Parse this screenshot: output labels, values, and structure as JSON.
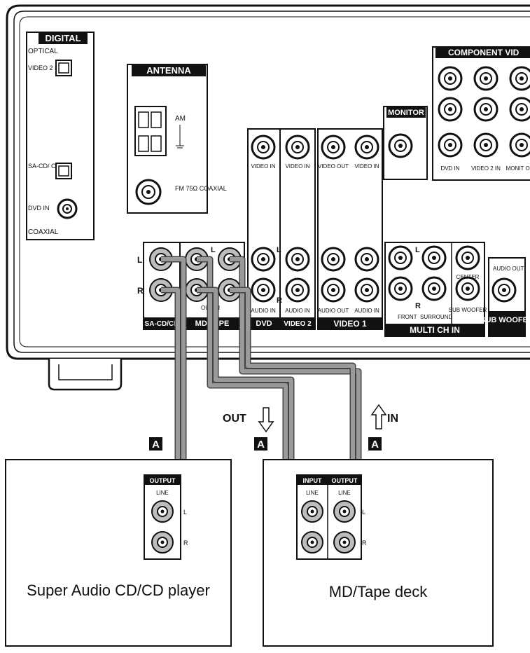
{
  "receiver": {
    "digital": {
      "title": "DIGITAL",
      "optical": "OPTICAL",
      "video2_in": "VIDEO 2 IN",
      "sacd_in": "SA-CD/ CD IN",
      "dvd_in": "DVD IN",
      "coaxial": "COAXIAL"
    },
    "antenna": {
      "title": "ANTENNA",
      "am": "AM",
      "fm": "FM 75Ω COAXIAL"
    },
    "monitor": {
      "title": "MONITOR"
    },
    "component_video": {
      "title": "COMPONENT VID",
      "dvd_in": "DVD IN",
      "video2_in": "VIDEO 2 IN",
      "monitor_out": "MONIT OUT"
    },
    "video_labels": {
      "dvd_video_in": "VIDEO IN",
      "video2_video_in": "VIDEO IN",
      "video1_video_out": "VIDEO OUT",
      "video1_video_in": "VIDEO IN"
    },
    "audio_labels": {
      "dvd_audio_in": "AUDIO IN",
      "video2_audio_in": "AUDIO IN",
      "video1_audio_out": "AUDIO OUT",
      "video1_audio_in": "AUDIO IN",
      "mdtape_out_in": "OUT IN"
    },
    "channel_l": "L",
    "channel_r": "R",
    "sections": {
      "sacd": "SA-CD/CD",
      "mdtape": "MD/TAPE",
      "dvd": "DVD",
      "video2": "VIDEO 2",
      "video1": "VIDEO 1",
      "multich": "MULTI CH IN",
      "subwoofer": "SUB WOOFER"
    },
    "multich": {
      "front": "FRONT",
      "surround": "SURROUND",
      "center": "CENTER",
      "sub_woofer": "SUB WOOFER",
      "audio_out": "AUDIO OUT"
    }
  },
  "signal": {
    "out": "OUT",
    "in": "IN"
  },
  "cable_marker": "A",
  "devices": {
    "cd_player": {
      "name": "Super Audio CD/CD player",
      "output": "OUTPUT",
      "line": "LINE",
      "l": "L",
      "r": "R"
    },
    "tape_deck": {
      "name": "MD/Tape deck",
      "input": "INPUT",
      "output": "OUTPUT",
      "line": "LINE",
      "l": "L",
      "r": "R"
    }
  }
}
